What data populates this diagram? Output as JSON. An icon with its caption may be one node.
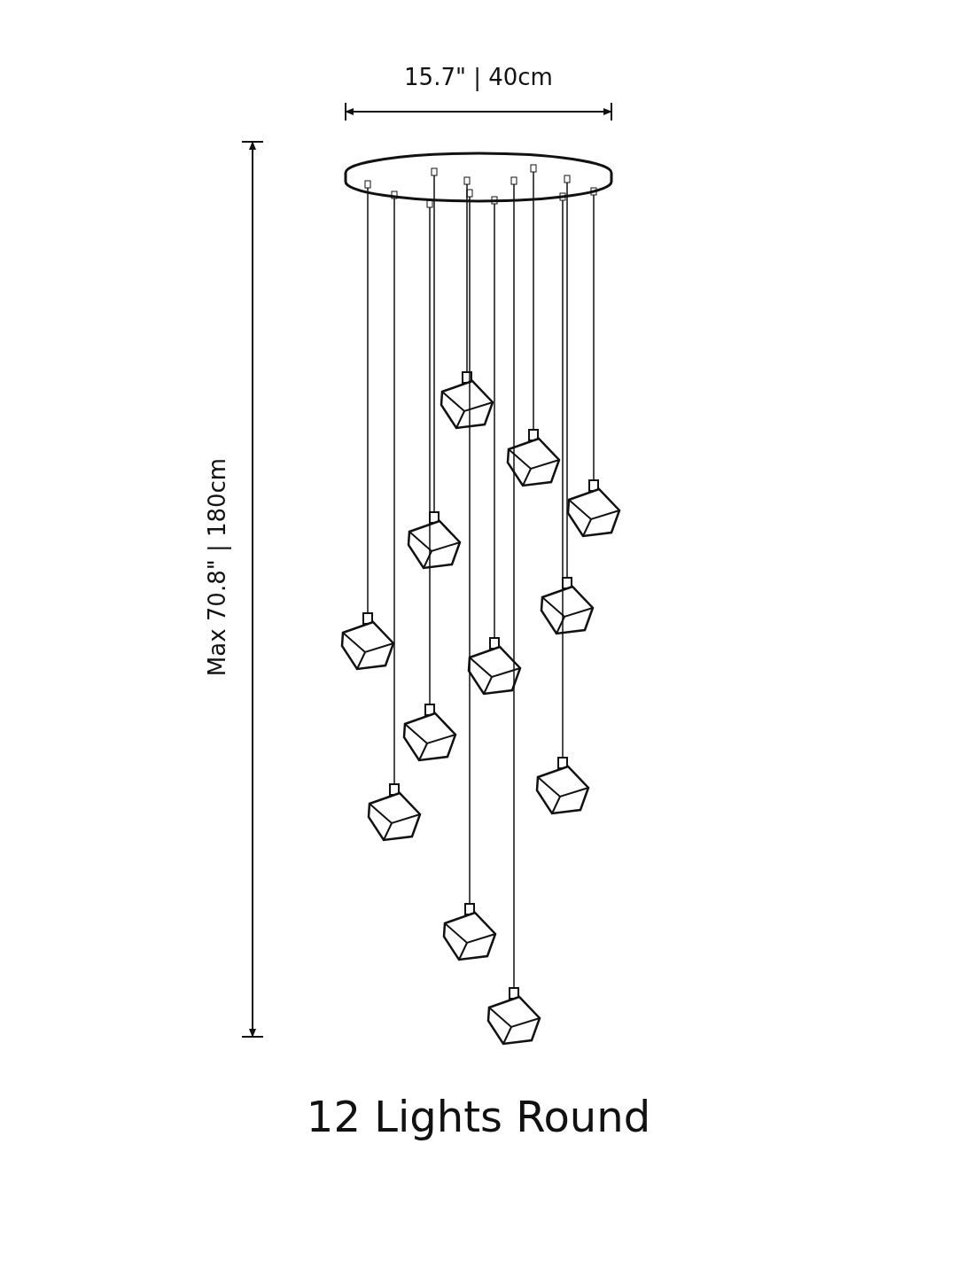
{
  "diagram": {
    "title": "12 Lights Round",
    "labels": [
      "15.7\" | 40cm",
      "Max  70.8\" | 180cm"
    ]
  }
}
